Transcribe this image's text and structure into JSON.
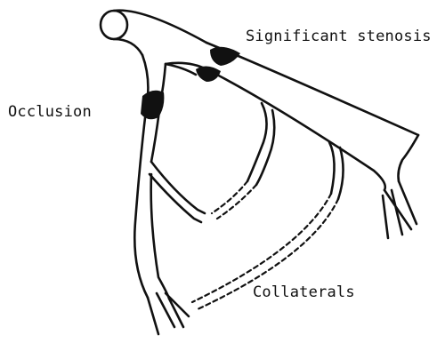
{
  "labels": {
    "stenosis": "Significant stenosis",
    "occlusion": "Occlusion",
    "collaterals": "Collaterals"
  },
  "colors": {
    "ink": "#111111",
    "background": "#ffffff"
  }
}
